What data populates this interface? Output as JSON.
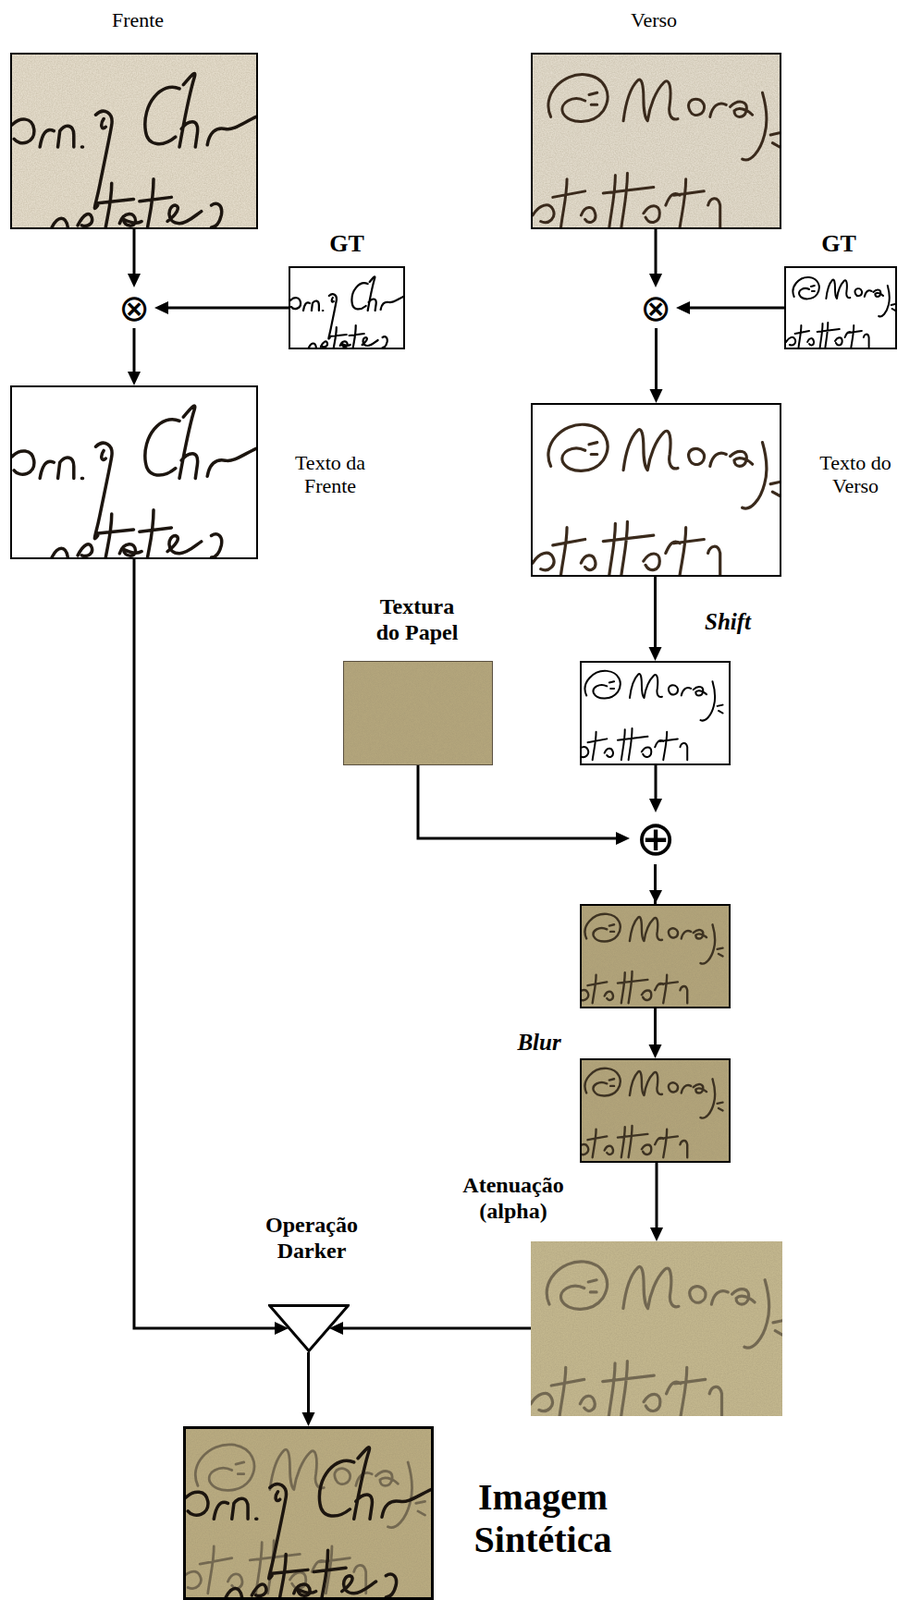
{
  "diagram": {
    "nodes": [
      {
        "text": [
          "Frente"
        ]
      },
      {
        "text": [
          "⊗"
        ]
      },
      {
        "text": [
          "GT"
        ]
      },
      {
        "text": [
          "Texto da Frente"
        ]
      },
      {
        "text": [
          "Verso"
        ]
      },
      {
        "text": [
          "⊗"
        ]
      },
      {
        "text": [
          "GT"
        ]
      },
      {
        "text": [
          "Texto do Verso"
        ]
      },
      {
        "text": [
          "Shift"
        ]
      },
      {
        "text": [
          "Textura do Papel"
        ]
      },
      {
        "text": [
          "⊕"
        ]
      },
      {
        "text": [
          "Blur"
        ]
      },
      {
        "text": [
          "Atenuação (alpha)"
        ]
      },
      {
        "text": [
          "Operação Darker"
        ]
      },
      {
        "text": [
          "Imagem Sintética"
        ]
      }
    ],
    "edges": [
      {
        "from": 0,
        "to": 1,
        "arrow": "to"
      },
      {
        "from": 2,
        "to": 1,
        "arrow": "to"
      },
      {
        "from": 1,
        "to": 3,
        "arrow": "to"
      },
      {
        "from": 4,
        "to": 5,
        "arrow": "to"
      },
      {
        "from": 6,
        "to": 5,
        "arrow": "to"
      },
      {
        "from": 5,
        "to": 7,
        "arrow": "to"
      },
      {
        "from": 7,
        "to": 8,
        "arrow": "to"
      },
      {
        "from": 8,
        "to": 10,
        "arrow": "to"
      },
      {
        "from": 9,
        "to": 10,
        "arrow": "to"
      },
      {
        "from": 10,
        "to": 11,
        "arrow": "to"
      },
      {
        "from": 11,
        "to": 12,
        "arrow": "to"
      },
      {
        "from": 3,
        "to": 13,
        "arrow": "to"
      },
      {
        "from": 12,
        "to": 13,
        "arrow": "to"
      },
      {
        "from": 13,
        "to": 14,
        "arrow": "to"
      }
    ]
  }
}
